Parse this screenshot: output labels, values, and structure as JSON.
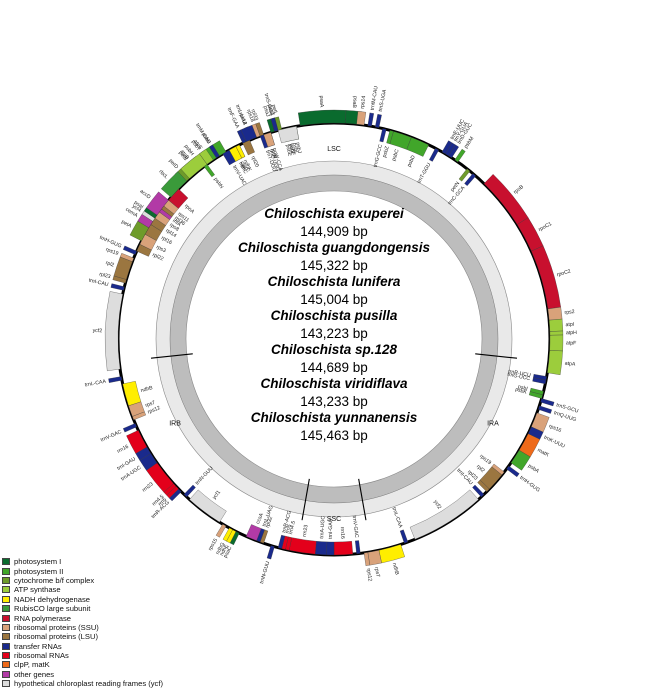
{
  "regions": [
    {
      "id": "lsc",
      "label": "LSC"
    },
    {
      "id": "ira",
      "label": "IRA"
    },
    {
      "id": "ssc",
      "label": "SSC"
    },
    {
      "id": "irb",
      "label": "IRB"
    }
  ],
  "genomes": [
    {
      "name": "Chiloschista exuperei",
      "size": "144,909 bp"
    },
    {
      "name": "Chiloschista guangdongensis",
      "size": "145,322 bp"
    },
    {
      "name": "Chiloschista lunifera",
      "size": "145,004 bp"
    },
    {
      "name": "Chiloschista pusilla",
      "size": "143,223 bp"
    },
    {
      "name": "Chiloschista sp.128",
      "size": "144,689 bp"
    },
    {
      "name": "Chiloschista viridiflava",
      "size": "143,233 bp"
    },
    {
      "name": "Chiloschista yunnanensis",
      "size": "145,463 bp"
    }
  ],
  "legend": [
    {
      "key": "ps1",
      "label": "photosystem I",
      "color": "#0a6b2e"
    },
    {
      "key": "ps2",
      "label": "photosystem II",
      "color": "#41a62a"
    },
    {
      "key": "cytb",
      "label": "cytochrome b/f complex",
      "color": "#6e9b2a"
    },
    {
      "key": "atp",
      "label": "ATP synthase",
      "color": "#9ccd3c"
    },
    {
      "key": "ndh",
      "label": "NADH dehydrogenase",
      "color": "#ffee00"
    },
    {
      "key": "rbc",
      "label": "RubisCO large subunit",
      "color": "#3a9a3a"
    },
    {
      "key": "rpo",
      "label": "RNA polymerase",
      "color": "#c8102e"
    },
    {
      "key": "rps",
      "label": "ribosomal proteins (SSU)",
      "color": "#d9a27a"
    },
    {
      "key": "rpl",
      "label": "ribosomal proteins (LSU)",
      "color": "#9b7640"
    },
    {
      "key": "trn",
      "label": "transfer RNAs",
      "color": "#1a2a8c"
    },
    {
      "key": "rrn",
      "label": "ribosomal RNAs",
      "color": "#e3001b"
    },
    {
      "key": "clp",
      "label": "clpP, matK",
      "color": "#ee6a1a"
    },
    {
      "key": "oth",
      "label": "other genes",
      "color": "#b23aa6"
    },
    {
      "key": "ycf",
      "label": "hypothetical chloroplast reading frames (ycf)",
      "color": "#dddddd"
    }
  ],
  "genes": [
    {
      "name": "psaA",
      "start": 351,
      "end": 363,
      "cat": "ps1",
      "side": "out"
    },
    {
      "name": "psaB",
      "start": 363,
      "end": 367,
      "cat": "ps1",
      "side": "out"
    },
    {
      "name": "rps14",
      "start": 6,
      "end": 8,
      "cat": "rps",
      "side": "out"
    },
    {
      "name": "trnfM-CAU",
      "start": 9,
      "end": 10,
      "cat": "trn",
      "side": "out"
    },
    {
      "name": "trnS-UGA",
      "start": 11,
      "end": 12,
      "cat": "trn",
      "side": "out"
    },
    {
      "name": "trnG-GCC",
      "start": 13,
      "end": 14,
      "cat": "trn",
      "side": "in"
    },
    {
      "name": "psbZ",
      "start": 15,
      "end": 16,
      "cat": "ps2",
      "side": "in"
    },
    {
      "name": "psbC",
      "start": 16,
      "end": 21,
      "cat": "ps2",
      "side": "in"
    },
    {
      "name": "psbD",
      "start": 21,
      "end": 26,
      "cat": "ps2",
      "side": "in"
    },
    {
      "name": "trnT-GGU",
      "start": 28,
      "end": 29,
      "cat": "trn",
      "side": "in"
    },
    {
      "name": "trnE-UUC",
      "start": 30,
      "end": 31,
      "cat": "trn",
      "side": "out"
    },
    {
      "name": "trnY-GUA",
      "start": 31,
      "end": 32,
      "cat": "trn",
      "side": "out"
    },
    {
      "name": "trnD-GUC",
      "start": 32,
      "end": 33,
      "cat": "trn",
      "side": "out"
    },
    {
      "name": "psbM",
      "start": 34,
      "end": 35,
      "cat": "ps2",
      "side": "out"
    },
    {
      "name": "petN",
      "start": 38,
      "end": 39,
      "cat": "cytb",
      "side": "in"
    },
    {
      "name": "trnC-GCA",
      "start": 40,
      "end": 41,
      "cat": "trn",
      "side": "in"
    },
    {
      "name": "rpoB",
      "start": 44,
      "end": 58,
      "cat": "rpo",
      "side": "out"
    },
    {
      "name": "rpoC1",
      "start": 58,
      "end": 66,
      "cat": "rpo",
      "side": "out"
    },
    {
      "name": "rpoC2",
      "start": 66,
      "end": 82,
      "cat": "rpo",
      "side": "out"
    },
    {
      "name": "rps2",
      "start": 82,
      "end": 85,
      "cat": "rps",
      "side": "out"
    },
    {
      "name": "atpI",
      "start": 85,
      "end": 88,
      "cat": "atp",
      "side": "out"
    },
    {
      "name": "atpH",
      "start": 88,
      "end": 89,
      "cat": "atp",
      "side": "out"
    },
    {
      "name": "atpF",
      "start": 89,
      "end": 93,
      "cat": "atp",
      "side": "out"
    },
    {
      "name": "atpA",
      "start": 93,
      "end": 99,
      "cat": "atp",
      "side": "out"
    },
    {
      "name": "trnR-UCU",
      "start": 100,
      "end": 101,
      "cat": "trn",
      "side": "in"
    },
    {
      "name": "trnG-UCC",
      "start": 101,
      "end": 102,
      "cat": "trn",
      "side": "in"
    },
    {
      "name": "psbI",
      "start": 104,
      "end": 105,
      "cat": "ps2",
      "side": "in"
    },
    {
      "name": "psbK",
      "start": 105,
      "end": 106,
      "cat": "ps2",
      "side": "in"
    },
    {
      "name": "trnS-GCU",
      "start": 106,
      "end": 107,
      "cat": "trn",
      "side": "out"
    },
    {
      "name": "trnQ-UUG",
      "start": 108,
      "end": 109,
      "cat": "trn",
      "side": "out"
    },
    {
      "name": "rps16",
      "start": 110,
      "end": 114,
      "cat": "rps",
      "side": "out"
    },
    {
      "name": "trnK-UUU",
      "start": 114,
      "end": 116,
      "cat": "trn",
      "side": "out"
    },
    {
      "name": "matK",
      "start": 116,
      "end": 121,
      "cat": "clp",
      "side": "out"
    },
    {
      "name": "psbA",
      "start": 121,
      "end": 125,
      "cat": "ps2",
      "side": "out"
    },
    {
      "name": "trnH-GUG",
      "start": 126,
      "end": 127,
      "cat": "trn",
      "side": "out"
    },
    {
      "name": "rps19",
      "start": 128,
      "end": 129,
      "cat": "rps",
      "side": "in"
    },
    {
      "name": "rpl2",
      "start": 129,
      "end": 134,
      "cat": "rpl",
      "side": "in"
    },
    {
      "name": "rpl23",
      "start": 134,
      "end": 135,
      "cat": "rpl",
      "side": "in"
    },
    {
      "name": "trnI-CAU",
      "start": 136,
      "end": 137,
      "cat": "trn",
      "side": "in"
    },
    {
      "name": "ycf2",
      "start": 138,
      "end": 158,
      "cat": "ycf",
      "side": "in"
    },
    {
      "name": "trnL-CAA",
      "start": 160,
      "end": 161,
      "cat": "trn",
      "side": "in"
    },
    {
      "name": "ndhB",
      "start": 162,
      "end": 168,
      "cat": "ndh",
      "side": "out"
    },
    {
      "name": "rps7",
      "start": 168,
      "end": 171,
      "cat": "rps",
      "side": "out"
    },
    {
      "name": "rps12",
      "start": 171,
      "end": 172,
      "cat": "rps",
      "side": "out"
    },
    {
      "name": "trnV-GAC",
      "start": 173,
      "end": 174,
      "cat": "trn",
      "side": "in"
    },
    {
      "name": "rrn16",
      "start": 175,
      "end": 180,
      "cat": "rrn",
      "side": "in"
    },
    {
      "name": "trnI-GAU",
      "start": 180,
      "end": 182,
      "cat": "trn",
      "side": "in"
    },
    {
      "name": "trnA-UGC",
      "start": 182,
      "end": 185,
      "cat": "trn",
      "side": "in"
    },
    {
      "name": "rrn23",
      "start": 185,
      "end": 192,
      "cat": "rrn",
      "side": "in"
    },
    {
      "name": "rrn4.5",
      "start": 192,
      "end": 193,
      "cat": "rrn",
      "side": "in"
    },
    {
      "name": "rrn5",
      "start": 193,
      "end": 194,
      "cat": "rrn",
      "side": "in"
    },
    {
      "name": "trnR-ACG",
      "start": 194,
      "end": 195,
      "cat": "trn",
      "side": "in"
    },
    {
      "name": "trnN-GUU",
      "start": 196,
      "end": 197,
      "cat": "trn",
      "side": "out"
    },
    {
      "name": "rpl32",
      "start": 199,
      "end": 200,
      "cat": "rpl",
      "side": "in"
    },
    {
      "name": "trnL-UAG",
      "start": 200,
      "end": 201,
      "cat": "trn",
      "side": "in"
    },
    {
      "name": "ccsA",
      "start": 201,
      "end": 204,
      "cat": "oth",
      "side": "in"
    },
    {
      "name": "psaC",
      "start": 206,
      "end": 207,
      "cat": "ps1",
      "side": "out"
    },
    {
      "name": "ndhE",
      "start": 207,
      "end": 208,
      "cat": "ndh",
      "side": "out"
    },
    {
      "name": "ndhG",
      "start": 208,
      "end": 209,
      "cat": "ndh",
      "side": "out"
    },
    {
      "name": "rps15",
      "start": 210,
      "end": 211,
      "cat": "rps",
      "side": "out"
    },
    {
      "name": "ycf1",
      "start": 212,
      "end": 222,
      "cat": "ycf",
      "side": "in"
    },
    {
      "name": "trnN-GUU",
      "start": 223,
      "end": 224,
      "cat": "trn",
      "side": "in"
    },
    {
      "name": "trnR-ACG",
      "start": 225,
      "end": 226,
      "cat": "trn",
      "side": "out"
    },
    {
      "name": "rrn5",
      "start": 226,
      "end": 227,
      "cat": "rrn",
      "side": "out"
    },
    {
      "name": "rrn4.5",
      "start": 227,
      "end": 228,
      "cat": "rrn",
      "side": "out"
    },
    {
      "name": "rrn23",
      "start": 228,
      "end": 235,
      "cat": "rrn",
      "side": "out"
    },
    {
      "name": "trnA-UGC",
      "start": 235,
      "end": 238,
      "cat": "trn",
      "side": "out"
    },
    {
      "name": "trnI-GAU",
      "start": 238,
      "end": 240,
      "cat": "trn",
      "side": "out"
    },
    {
      "name": "rrn16",
      "start": 240,
      "end": 245,
      "cat": "rrn",
      "side": "out"
    },
    {
      "name": "trnV-GAC",
      "start": 246,
      "end": 247,
      "cat": "trn",
      "side": "out"
    },
    {
      "name": "rps12",
      "start": 248,
      "end": 249,
      "cat": "rps",
      "side": "in"
    },
    {
      "name": "rps7",
      "start": 249,
      "end": 252,
      "cat": "rps",
      "side": "in"
    },
    {
      "name": "ndhB",
      "start": 252,
      "end": 258,
      "cat": "ndh",
      "side": "in"
    },
    {
      "name": "trnL-CAA",
      "start": 259,
      "end": 260,
      "cat": "trn",
      "side": "out"
    },
    {
      "name": "ycf2",
      "start": 262,
      "end": 282,
      "cat": "ycf",
      "side": "out"
    },
    {
      "name": "trnI-CAU",
      "start": 283,
      "end": 284,
      "cat": "trn",
      "side": "out"
    },
    {
      "name": "rpl23",
      "start": 285,
      "end": 286,
      "cat": "rpl",
      "side": "out"
    },
    {
      "name": "rpl2",
      "start": 286,
      "end": 291,
      "cat": "rpl",
      "side": "out"
    },
    {
      "name": "rps19",
      "start": 291,
      "end": 292,
      "cat": "rps",
      "side": "out"
    },
    {
      "name": "trnH-GUG",
      "start": 293,
      "end": 294,
      "cat": "trn",
      "side": "out"
    },
    {
      "name": "rpl22",
      "start": 294,
      "end": 296,
      "cat": "rpl",
      "side": "in"
    },
    {
      "name": "rps3",
      "start": 296,
      "end": 299,
      "cat": "rps",
      "side": "in"
    },
    {
      "name": "rpl16",
      "start": 299,
      "end": 302,
      "cat": "rpl",
      "side": "in"
    },
    {
      "name": "rpl14",
      "start": 302,
      "end": 304,
      "cat": "rpl",
      "side": "in"
    },
    {
      "name": "rps8",
      "start": 304,
      "end": 306,
      "cat": "rps",
      "side": "in"
    },
    {
      "name": "infA",
      "start": 306,
      "end": 307,
      "cat": "oth",
      "side": "in"
    },
    {
      "name": "rpl36",
      "start": 307,
      "end": 308,
      "cat": "rpl",
      "side": "in"
    },
    {
      "name": "rps11",
      "start": 308,
      "end": 310,
      "cat": "rps",
      "side": "in"
    },
    {
      "name": "rpoA",
      "start": 310,
      "end": 314,
      "cat": "rpo",
      "side": "in"
    },
    {
      "name": "petD",
      "start": 316,
      "end": 319,
      "cat": "cytb",
      "side": "out"
    },
    {
      "name": "petB",
      "start": 319,
      "end": 322,
      "cat": "cytb",
      "side": "out"
    },
    {
      "name": "psbH",
      "start": 322,
      "end": 323,
      "cat": "ps2",
      "side": "out"
    },
    {
      "name": "psbN",
      "start": 323,
      "end": 324,
      "cat": "ps2",
      "side": "in"
    },
    {
      "name": "psbT",
      "start": 324,
      "end": 325,
      "cat": "ps2",
      "side": "out"
    },
    {
      "name": "psbB",
      "start": 325,
      "end": 330,
      "cat": "ps2",
      "side": "out"
    },
    {
      "name": "clpP",
      "start": 331,
      "end": 334,
      "cat": "clp",
      "side": "in"
    },
    {
      "name": "rpl20",
      "start": 335,
      "end": 337,
      "cat": "rpl",
      "side": "in"
    },
    {
      "name": "rps12",
      "start": 337,
      "end": 338,
      "cat": "rps",
      "side": "out"
    },
    {
      "name": "rps18",
      "start": 339,
      "end": 340,
      "cat": "rps",
      "side": "out"
    },
    {
      "name": "rpl33",
      "start": 340,
      "end": 341,
      "cat": "rpl",
      "side": "out"
    },
    {
      "name": "trnP-UGG",
      "start": 341,
      "end": 342,
      "cat": "trn",
      "side": "in"
    },
    {
      "name": "trnW-CCA",
      "start": 342,
      "end": 343,
      "cat": "trn",
      "side": "in"
    },
    {
      "name": "psaJ",
      "start": 343,
      "end": 344,
      "cat": "ps1",
      "side": "out"
    },
    {
      "name": "petG",
      "start": 344,
      "end": 345,
      "cat": "cytb",
      "side": "out"
    },
    {
      "name": "petL",
      "start": 345,
      "end": 346,
      "cat": "cytb",
      "side": "out"
    },
    {
      "name": "psbE",
      "start": 346,
      "end": 347,
      "cat": "ps2",
      "side": "in"
    },
    {
      "name": "psbF",
      "start": 347,
      "end": 348,
      "cat": "ps2",
      "side": "in"
    },
    {
      "name": "psbL",
      "start": 348,
      "end": 349,
      "cat": "ps2",
      "side": "in"
    },
    {
      "name": "psbJ",
      "start": 349,
      "end": 350,
      "cat": "ps2",
      "side": "in"
    },
    {
      "name": "petA",
      "start": 297,
      "end": 301,
      "cat": "cytb",
      "side": "out"
    },
    {
      "name": "cemA",
      "start": 301,
      "end": 303,
      "cat": "oth",
      "side": "out"
    },
    {
      "name": "ycf4",
      "start": 303,
      "end": 304,
      "cat": "ycf",
      "side": "out"
    },
    {
      "name": "psaI",
      "start": 304,
      "end": 305,
      "cat": "ps1",
      "side": "out"
    },
    {
      "name": "accD",
      "start": 305,
      "end": 310,
      "cat": "oth",
      "side": "out"
    },
    {
      "name": "rbcL",
      "start": 311,
      "end": 317,
      "cat": "rbc",
      "side": "out"
    },
    {
      "name": "atpB",
      "start": 318,
      "end": 324,
      "cat": "atp",
      "side": "out"
    },
    {
      "name": "atpE",
      "start": 324,
      "end": 326,
      "cat": "atp",
      "side": "out"
    },
    {
      "name": "trnM-CAU",
      "start": 327,
      "end": 328,
      "cat": "trn",
      "side": "out"
    },
    {
      "name": "trnV-UAC",
      "start": 329,
      "end": 331,
      "cat": "trn",
      "side": "in"
    },
    {
      "name": "ndhC",
      "start": 331,
      "end": 333,
      "cat": "ndh",
      "side": "in"
    },
    {
      "name": "ndhK",
      "start": 333,
      "end": 334,
      "cat": "ndh",
      "side": "in"
    },
    {
      "name": "trnF-GAA",
      "start": 335,
      "end": 336,
      "cat": "trn",
      "side": "out"
    },
    {
      "name": "trnL-UAA",
      "start": 336,
      "end": 339,
      "cat": "trn",
      "side": "out"
    },
    {
      "name": "trnT-UGU",
      "start": 340,
      "end": 341,
      "cat": "trn",
      "side": "in"
    },
    {
      "name": "rps4",
      "start": 341,
      "end": 343,
      "cat": "rps",
      "side": "in"
    },
    {
      "name": "trnS-GGA",
      "start": 344,
      "end": 345,
      "cat": "trn",
      "side": "out"
    },
    {
      "name": "ycf3",
      "start": 345,
      "end": 350,
      "cat": "ycf",
      "side": "in"
    }
  ]
}
